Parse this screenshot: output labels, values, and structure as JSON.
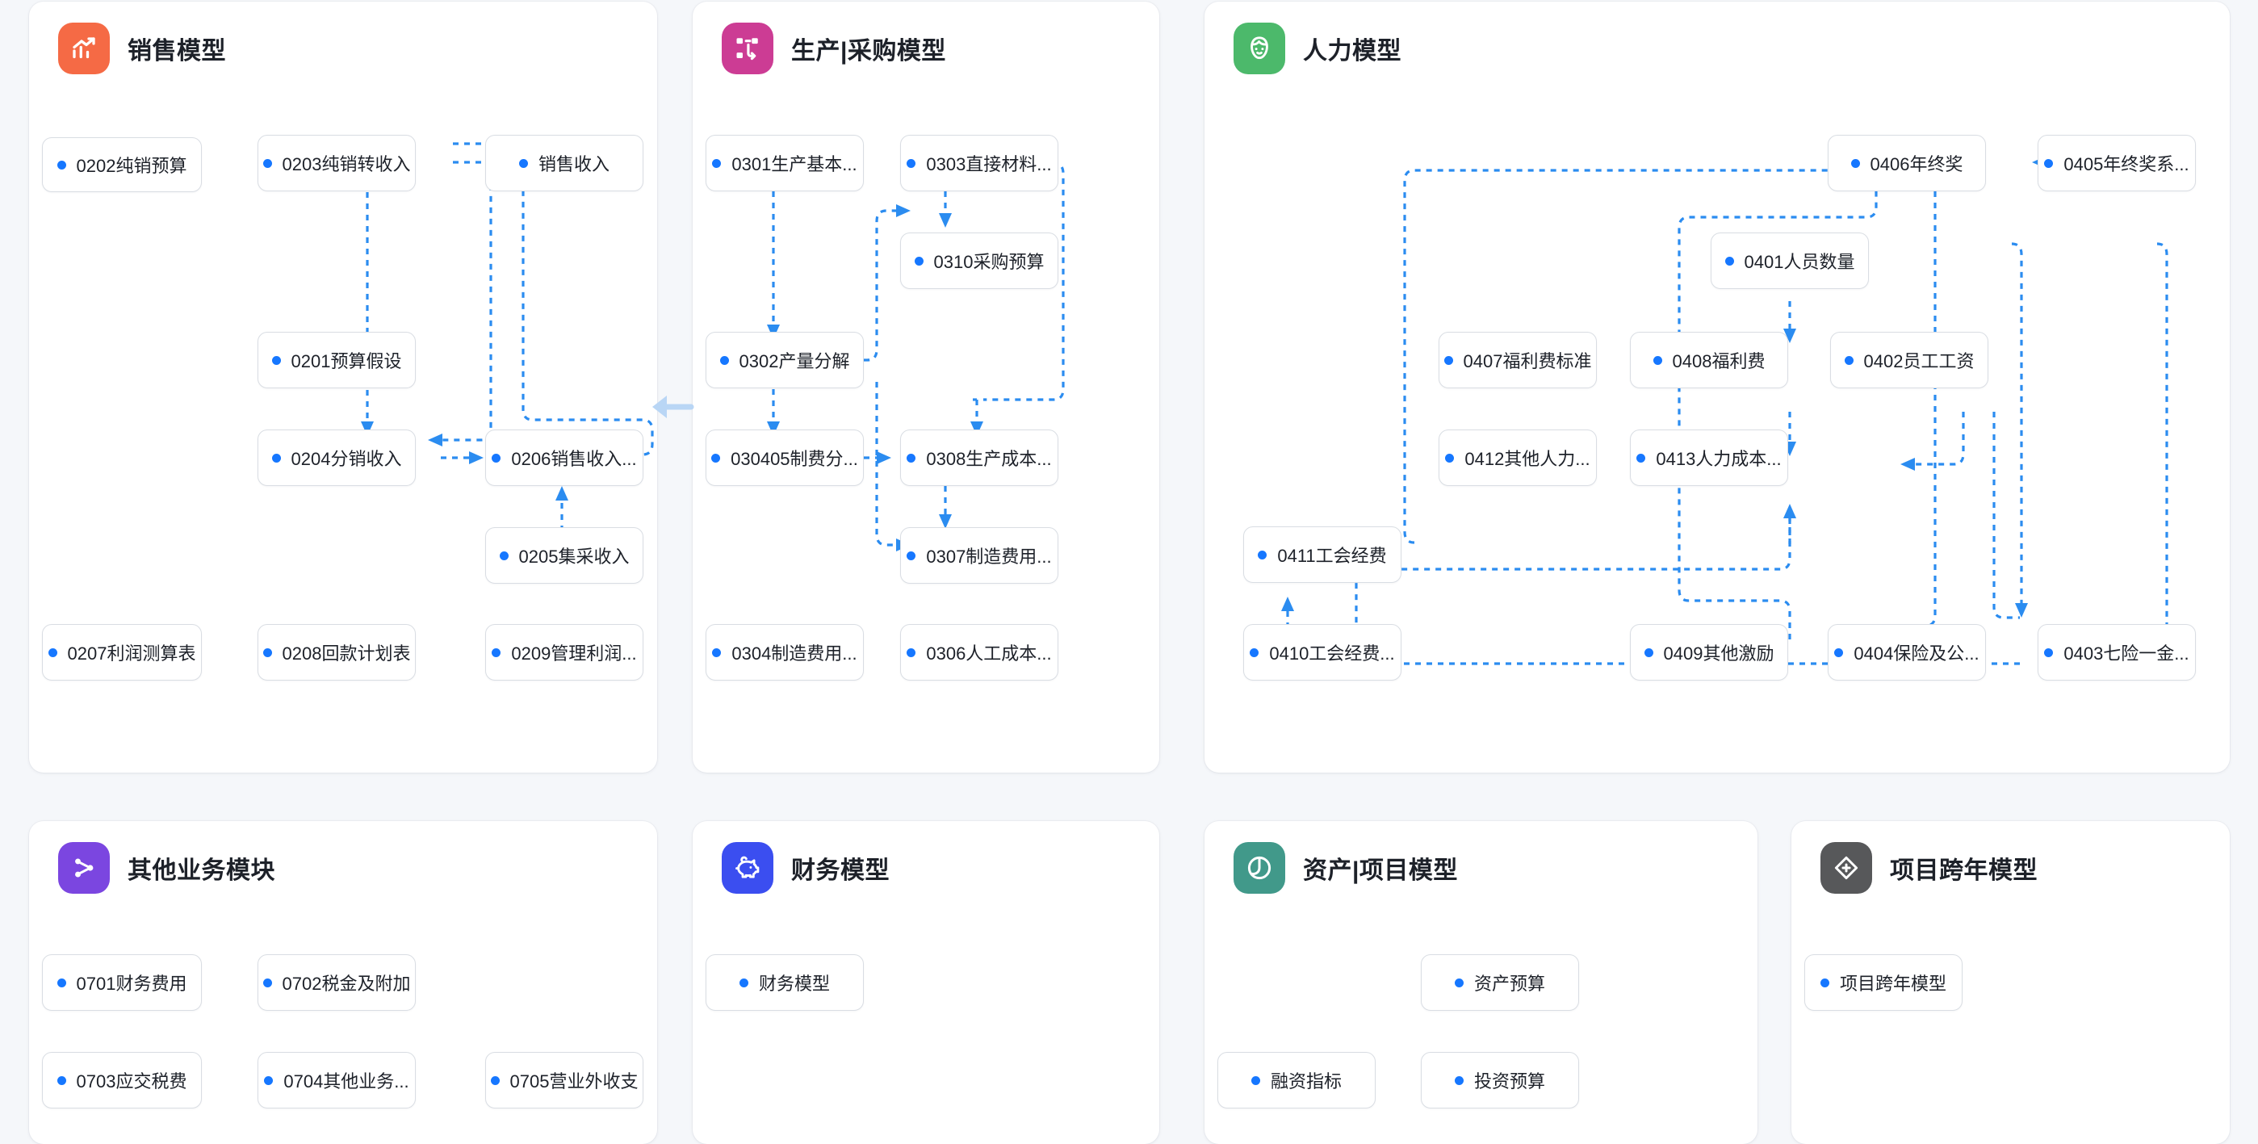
{
  "page": {
    "background": "#f5f7fa",
    "accent": "#1677ff",
    "wire_color": "#2b8cf0"
  },
  "cards": [
    {
      "id": "sales",
      "title": "销售模型",
      "icon": "chart-bar-up-icon",
      "icon_color": "#f56a45",
      "nodes": [
        {
          "label": "0202纯销预算"
        },
        {
          "label": "0203纯销转收入"
        },
        {
          "label": "销售收入"
        },
        {
          "label": "0201预算假设"
        },
        {
          "label": "0204分销收入"
        },
        {
          "label": "0206销售收入..."
        },
        {
          "label": "0205集采收入"
        },
        {
          "label": "0207利润测算表"
        },
        {
          "label": "0208回款计划表"
        },
        {
          "label": "0209管理利润..."
        }
      ]
    },
    {
      "id": "production",
      "title": "生产|采购模型",
      "icon": "sitemap-icon",
      "icon_color": "#cc3c94",
      "nodes": [
        {
          "label": "0301生产基本..."
        },
        {
          "label": "0303直接材料..."
        },
        {
          "label": "0310采购预算"
        },
        {
          "label": "0302产量分解"
        },
        {
          "label": "030405制费分..."
        },
        {
          "label": "0308生产成本..."
        },
        {
          "label": "0307制造费用..."
        },
        {
          "label": "0304制造费用..."
        },
        {
          "label": "0306人工成本..."
        }
      ]
    },
    {
      "id": "hr",
      "title": "人力模型",
      "icon": "person-face-icon",
      "icon_color": "#4cb96b",
      "nodes": [
        {
          "label": "0406年终奖"
        },
        {
          "label": "0405年终奖系..."
        },
        {
          "label": "0401人员数量"
        },
        {
          "label": "0407福利费标准"
        },
        {
          "label": "0408福利费"
        },
        {
          "label": "0402员工工资"
        },
        {
          "label": "0412其他人力..."
        },
        {
          "label": "0413人力成本..."
        },
        {
          "label": "0411工会经费"
        },
        {
          "label": "0410工会经费..."
        },
        {
          "label": "0409其他激励"
        },
        {
          "label": "0404保险及公..."
        },
        {
          "label": "0403七险一金..."
        }
      ]
    },
    {
      "id": "other-business",
      "title": "其他业务模块",
      "icon": "share-nodes-icon",
      "icon_color": "#7b46e0",
      "nodes": [
        {
          "label": "0701财务费用"
        },
        {
          "label": "0702税金及附加"
        },
        {
          "label": "0703应交税费"
        },
        {
          "label": "0704其他业务..."
        },
        {
          "label": "0705营业外收支"
        }
      ]
    },
    {
      "id": "finance",
      "title": "财务模型",
      "icon": "piggy-bank-icon",
      "icon_color": "#3b4ef0",
      "nodes": [
        {
          "label": "财务模型"
        }
      ]
    },
    {
      "id": "asset-project",
      "title": "资产|项目模型",
      "icon": "pie-clock-icon",
      "icon_color": "#41998a",
      "nodes": [
        {
          "label": "资产预算"
        },
        {
          "label": "融资指标"
        },
        {
          "label": "投资预算"
        }
      ]
    },
    {
      "id": "project-cross-year",
      "title": "项目跨年模型",
      "icon": "diamond-plus-icon",
      "icon_color": "#57585a",
      "nodes": [
        {
          "label": "项目跨年模型"
        }
      ]
    }
  ]
}
